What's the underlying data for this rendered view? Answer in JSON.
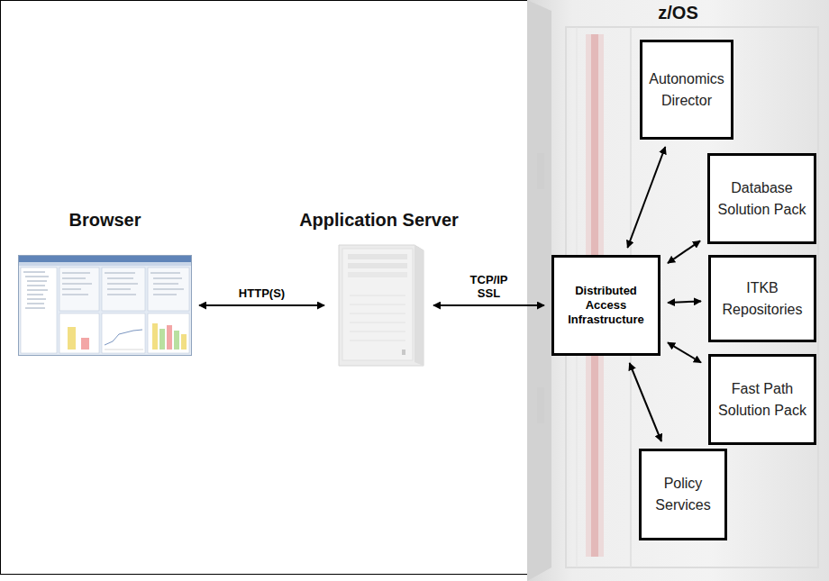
{
  "diagram": {
    "nodes": [
      {
        "text": [
          "Browser"
        ]
      },
      {
        "text": [
          "Application Server"
        ]
      },
      {
        "text": [
          "z/OS"
        ]
      },
      {
        "text": [
          "Autonomics Director"
        ],
        "in": 2
      },
      {
        "text": [
          "Database Solution Pack"
        ],
        "in": 2
      },
      {
        "text": [
          "Distributed Access Infrastructure"
        ],
        "in": 2
      },
      {
        "text": [
          "ITKB Repositories"
        ],
        "in": 2
      },
      {
        "text": [
          "Fast Path Solution Pack"
        ],
        "in": 2
      },
      {
        "text": [
          "Policy Services"
        ],
        "in": 2
      }
    ],
    "edges": [
      {
        "from": 0,
        "to": 1,
        "label": "HTTP(S)",
        "arrow": "both"
      },
      {
        "from": 1,
        "to": 5,
        "label": "TCP/IP SSL",
        "arrow": "both"
      },
      {
        "from": 5,
        "to": 3,
        "arrow": "both"
      },
      {
        "from": 5,
        "to": 4,
        "arrow": "both"
      },
      {
        "from": 5,
        "to": 6,
        "arrow": "both"
      },
      {
        "from": 5,
        "to": 7,
        "arrow": "both"
      },
      {
        "from": 5,
        "to": 8,
        "arrow": "both"
      }
    ]
  }
}
